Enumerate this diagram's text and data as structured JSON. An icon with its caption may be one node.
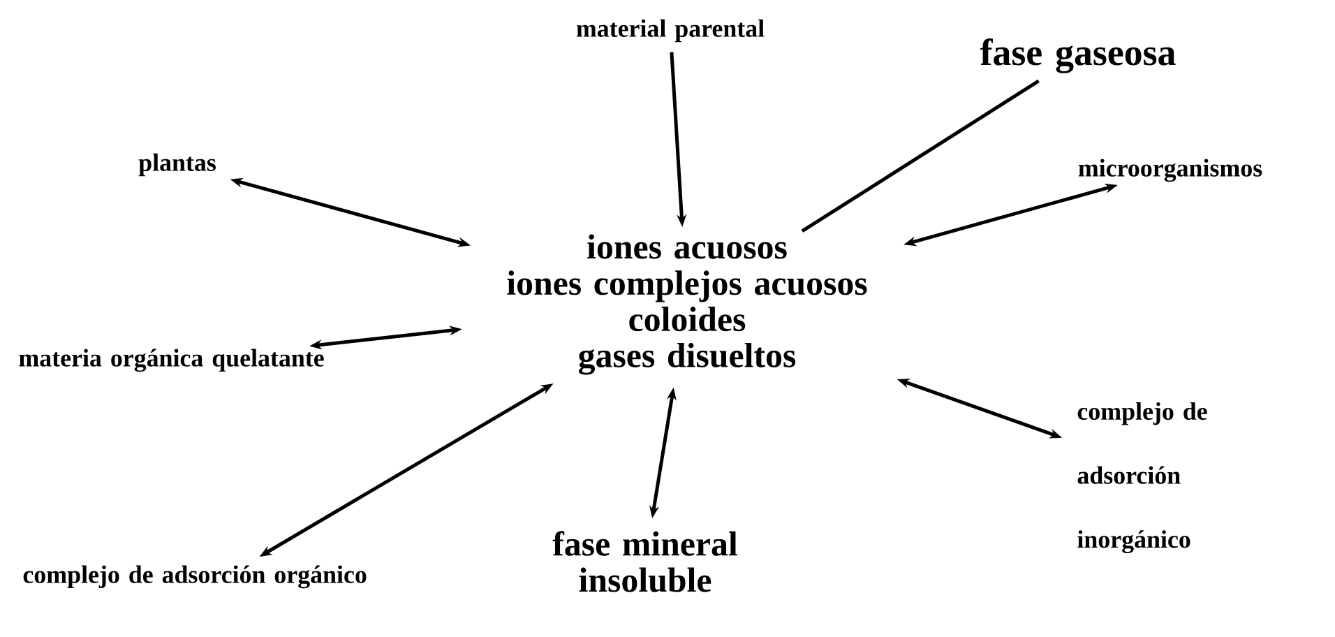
{
  "diagram": {
    "nodes": [
      {
        "text": [
          "iones acuosos",
          "iones complejos acuosos",
          "coloides",
          "gases disueltos"
        ]
      },
      {
        "text": [
          "material parental"
        ]
      },
      {
        "text": [
          "fase gaseosa"
        ]
      },
      {
        "text": [
          "plantas"
        ]
      },
      {
        "text": [
          "microorganismos"
        ]
      },
      {
        "text": [
          "materia orgánica quelatante"
        ]
      },
      {
        "text": [
          "complejo de adsorción inorgánico"
        ]
      },
      {
        "text": [
          "complejo de adsorción orgánico"
        ]
      },
      {
        "text": [
          "fase mineral insoluble"
        ]
      }
    ],
    "edges": [
      {
        "from": 1,
        "to": 0,
        "arrow": "to"
      },
      {
        "from": 2,
        "to": 0,
        "arrow": "none"
      },
      {
        "from": 3,
        "to": 0,
        "arrow": "both"
      },
      {
        "from": 4,
        "to": 0,
        "arrow": "both"
      },
      {
        "from": 5,
        "to": 0,
        "arrow": "both"
      },
      {
        "from": 6,
        "to": 0,
        "arrow": "both"
      },
      {
        "from": 7,
        "to": 0,
        "arrow": "both"
      },
      {
        "from": 8,
        "to": 0,
        "arrow": "both"
      }
    ]
  }
}
